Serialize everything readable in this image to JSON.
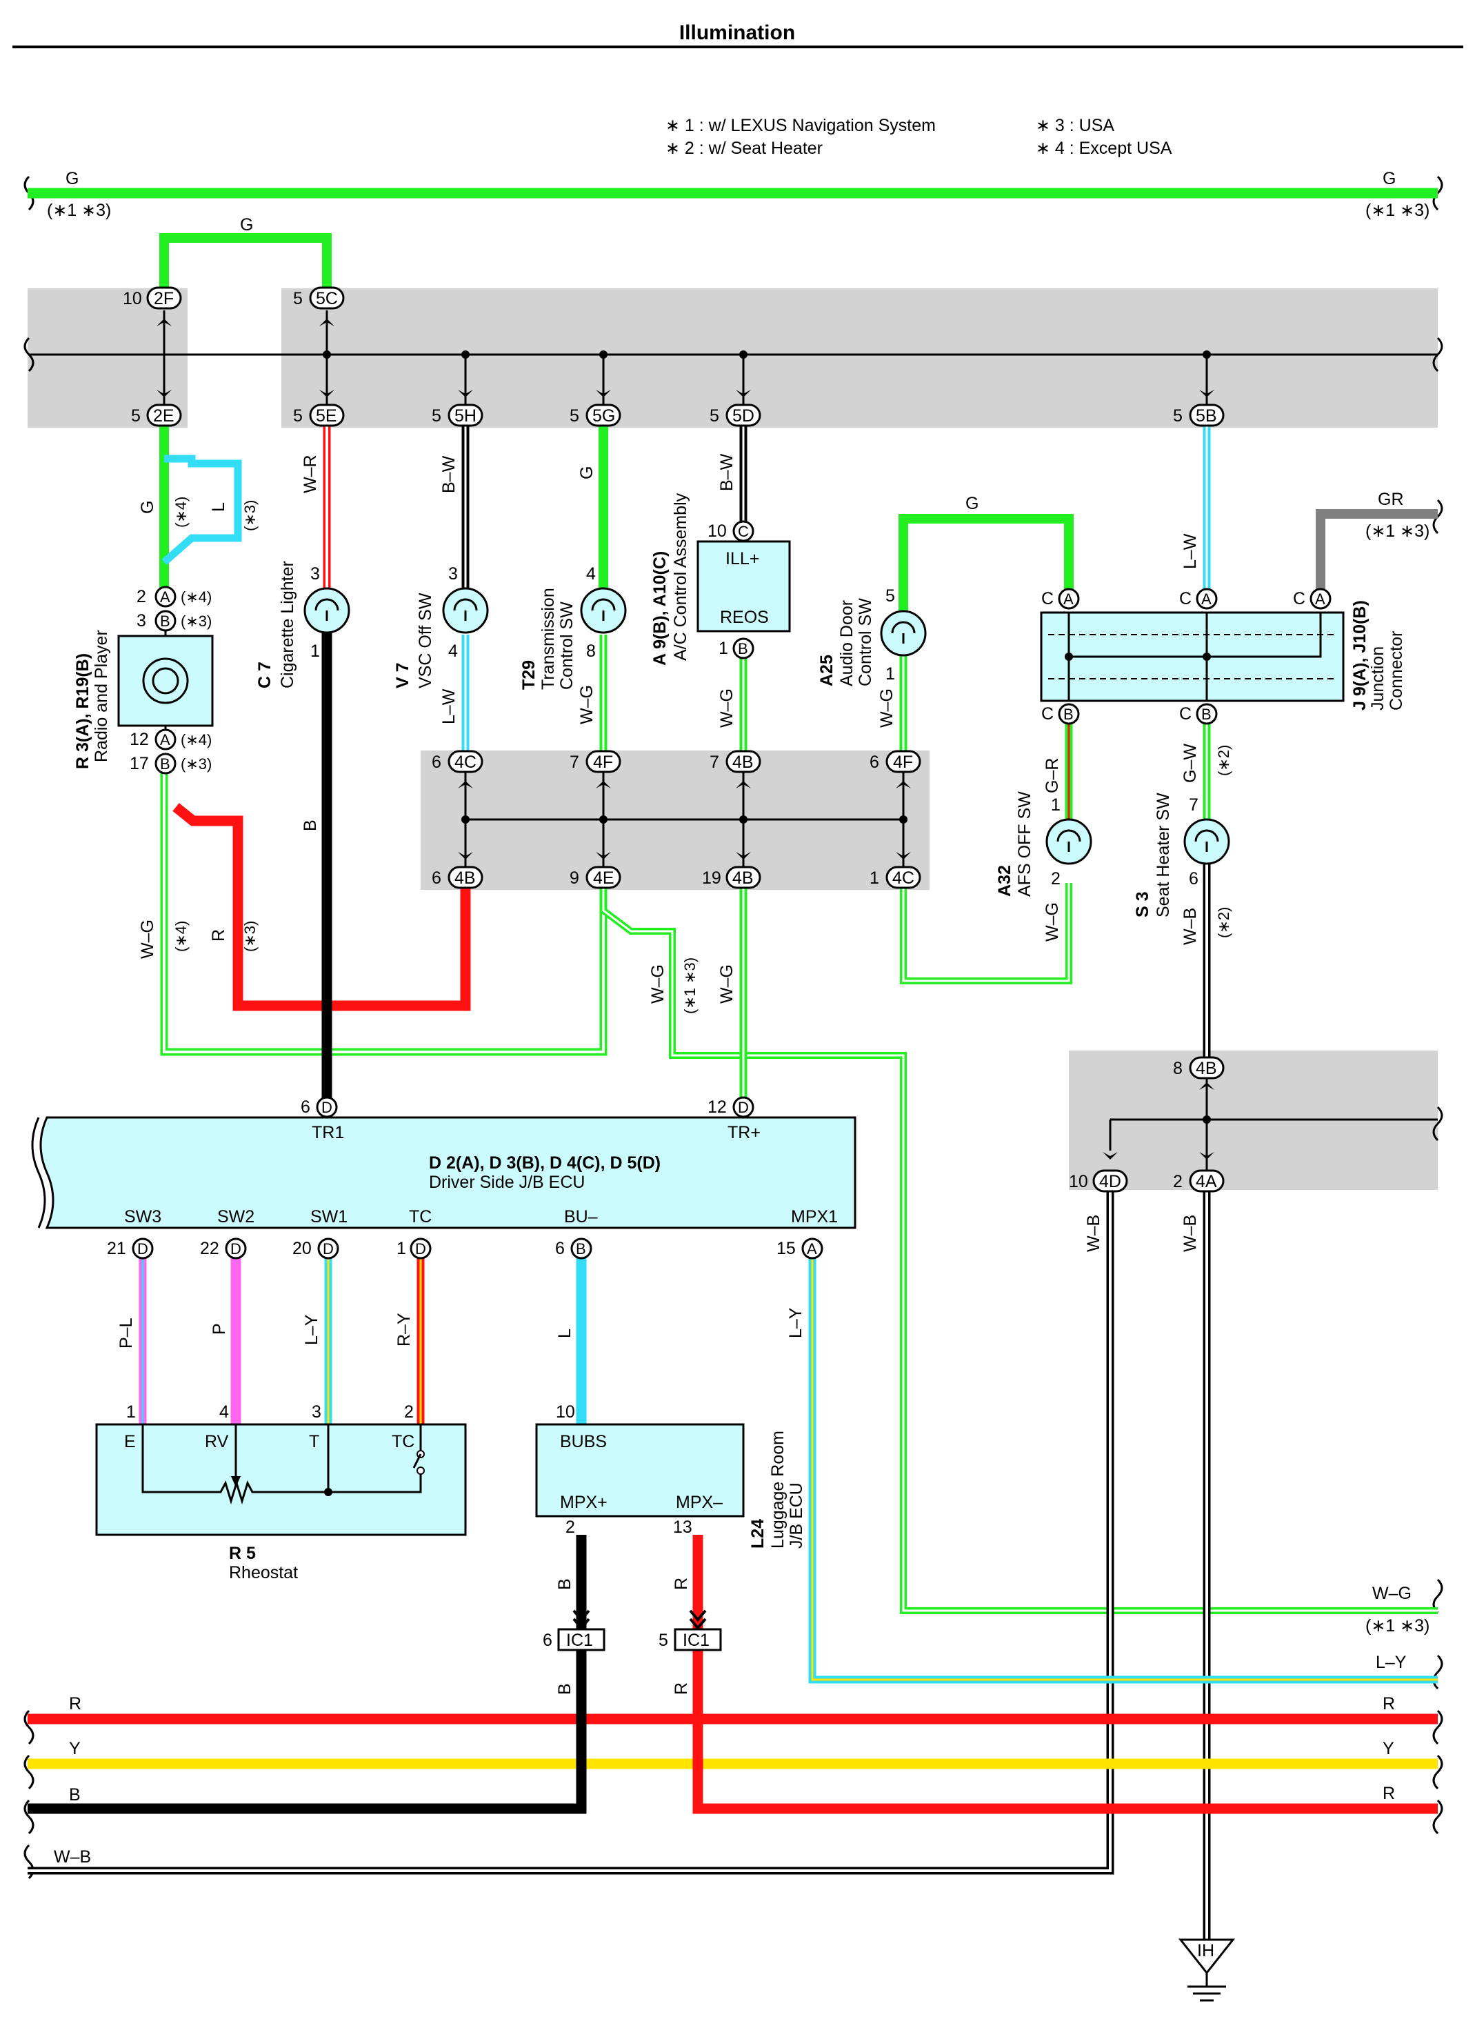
{
  "title": "Illumination",
  "notes": {
    "n1": "∗ 1 : w/ LEXUS Navigation System",
    "n2": "∗ 2 : w/ Seat Heater",
    "n3": "∗ 3 : USA",
    "n4": "∗ 4 : Except USA"
  },
  "wire_labels": {
    "G": "G",
    "WR": "W–R",
    "BW": "B–W",
    "LW": "L–W",
    "WG": "W–G",
    "B": "B",
    "R": "R",
    "L": "L",
    "GR": "GR",
    "GW": "G–W",
    "WB": "W–B",
    "PL": "P–L",
    "P": "P",
    "LY": "L–Y",
    "RY": "R–Y",
    "Y": "Y"
  },
  "conditions": {
    "c13": "(∗1 ∗3)",
    "c2": "(∗2)",
    "c3": "(∗3)",
    "c4": "(∗4)"
  },
  "connectors": {
    "c2F": "2F",
    "c2E": "2E",
    "c5C": "5C",
    "c5E": "5E",
    "c5H": "5H",
    "c5G": "5G",
    "c5D": "5D",
    "c5B": "5B",
    "c4C": "4C",
    "c4F": "4F",
    "c4B": "4B",
    "c4E": "4E",
    "c4D": "4D",
    "c4A": "4A",
    "IC1": "IC1",
    "A": "A",
    "B": "B",
    "C": "C",
    "D": "D"
  },
  "pins": {
    "p1": "1",
    "p2": "2",
    "p3": "3",
    "p4": "4",
    "p5": "5",
    "p6": "6",
    "p7": "7",
    "p8": "8",
    "p9": "9",
    "p10": "10",
    "p12": "12",
    "p13": "13",
    "p15": "15",
    "p17": "17",
    "p19": "19",
    "p20": "20",
    "p21": "21",
    "p22": "22"
  },
  "components": {
    "R3": {
      "code": "R 3(A), R19(B)",
      "name": "Radio and Player"
    },
    "C7": {
      "code": "C 7",
      "name": "Cigarette Lighter"
    },
    "V7": {
      "code": "V 7",
      "name": "VSC Off SW"
    },
    "T29": {
      "code": "T29",
      "name1": "Transmission",
      "name2": "Control SW"
    },
    "A9": {
      "code": "A 9(B), A10(C)",
      "name": "A/C Control Assembly",
      "ill": "ILL+",
      "reos": "REOS"
    },
    "A25": {
      "code": "A25",
      "name1": "Audio Door",
      "name2": "Control SW"
    },
    "J9": {
      "code": "J 9(A), J10(B)",
      "name1": "Junction",
      "name2": "Connector"
    },
    "A32": {
      "code": "A32",
      "name": "AFS OFF SW"
    },
    "S3": {
      "code": "S 3",
      "name": "Seat Heater SW"
    },
    "D2": {
      "code": "D 2(A), D 3(B), D 4(C), D 5(D)",
      "name": "Driver Side J/B ECU",
      "tr1": "TR1",
      "trp": "TR+",
      "sw3": "SW3",
      "sw2": "SW2",
      "sw1": "SW1",
      "tc": "TC",
      "bu": "BU–",
      "mpx1": "MPX1"
    },
    "R5": {
      "code": "R 5",
      "name": "Rheostat",
      "e": "E",
      "rv": "RV",
      "t": "T",
      "tc": "TC"
    },
    "L24": {
      "code": "L24",
      "name1": "Luggage Room",
      "name2": "J/B ECU",
      "bubs": "BUBS",
      "mpxp": "MPX+",
      "mpxm": "MPX–"
    },
    "IH": {
      "code": "IH"
    }
  },
  "colors": {
    "green": "#22ee22",
    "red": "#ff1111",
    "black": "#000000",
    "cyan": "#33ddf5",
    "yellow": "#ffe400",
    "pink": "#ff66ee",
    "gray": "#808080",
    "box": "#ccfbfd",
    "jb": "#d3d3d3"
  }
}
